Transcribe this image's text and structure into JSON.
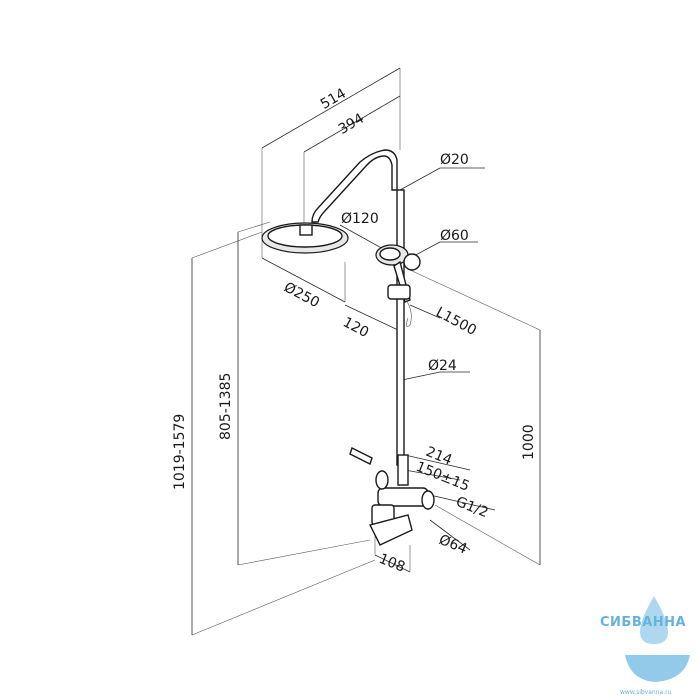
{
  "dimensions": {
    "width_outer": "514",
    "width_arm": "394",
    "pipe_top": "Ø20",
    "handshower": "Ø120",
    "holder": "Ø60",
    "head": "Ø250",
    "bracket": "120",
    "hose": "L1500",
    "pipe_main": "Ø24",
    "height_total": "1019-1579",
    "height_adj": "805-1385",
    "height_fixed": "1000",
    "mixer_width": "214",
    "mixer_centers": "150±15",
    "thread": "G1/2",
    "escutcheon": "Ø64",
    "spout": "108"
  },
  "watermark": {
    "brand": "СИБВАННА",
    "url": "www.sibvanna.ru"
  }
}
